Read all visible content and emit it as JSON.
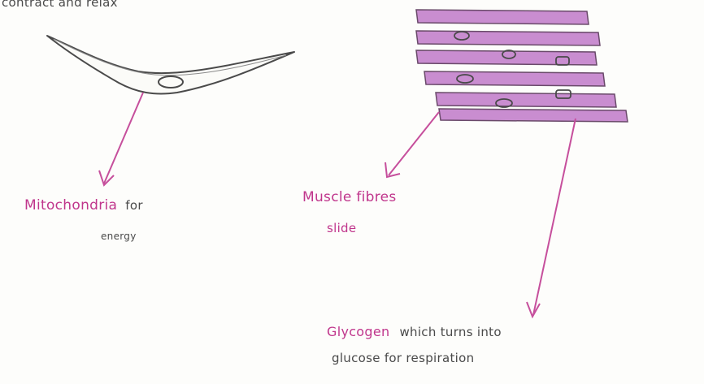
{
  "diagram": {
    "top_caption": "contract and relax",
    "labels": {
      "mitochondria_pink": "Mitochondria",
      "mitochondria_rest": "for",
      "mitochondria_line2": "energy",
      "muscle_line1": "Muscle fibres",
      "muscle_line2": "slide",
      "glycogen_pink": "Glycogen",
      "glycogen_rest": "which turns into",
      "glycogen_line2": "glucose for respiration"
    },
    "colors": {
      "ink": "#4a4a4a",
      "label_pink": "#c0368c",
      "arrow_pink": "#c64f9c",
      "fibre_fill": "#c98dd0",
      "fibre_edge": "#6a4a6a"
    }
  }
}
